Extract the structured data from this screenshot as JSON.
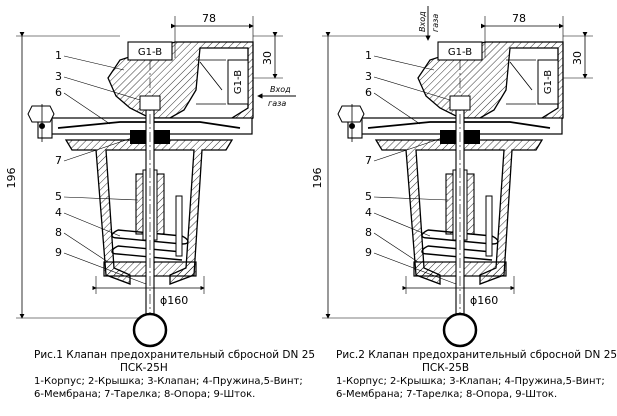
{
  "dims": {
    "width_top": "78",
    "height_total": "196",
    "port_offset": "30",
    "diameter": "ϕ160"
  },
  "thread": {
    "label": "G1-B"
  },
  "parts_numbers": [
    "1",
    "3",
    "6",
    "7",
    "5",
    "4",
    "8",
    "9"
  ],
  "left": {
    "port_label": "Вход",
    "port_medium": "газа",
    "caption": {
      "title": "Рис.1 Клапан предохранительный сбросной DN 25",
      "model": "ПСК-25Н",
      "legend_line1": "1-Корпус; 2-Крышка; 3-Клапан; 4-Пружина,5-Винт;",
      "legend_line2": "6-Мембрана; 7-Тарелка; 8-Опора; 9-Шток."
    }
  },
  "right": {
    "port_label": "Вход",
    "port_medium": "газа",
    "caption": {
      "title": "Рис.2 Клапан предохранительный сбросной DN 25",
      "model": "ПСК-25В",
      "legend_line1": "1-Корпус; 2-Крышка; 3-Клапан; 4-Пружина,5-Винт;",
      "legend_line2": "6-Мембрана; 7-Тарелка; 8-Опора, 9-Шток."
    }
  }
}
